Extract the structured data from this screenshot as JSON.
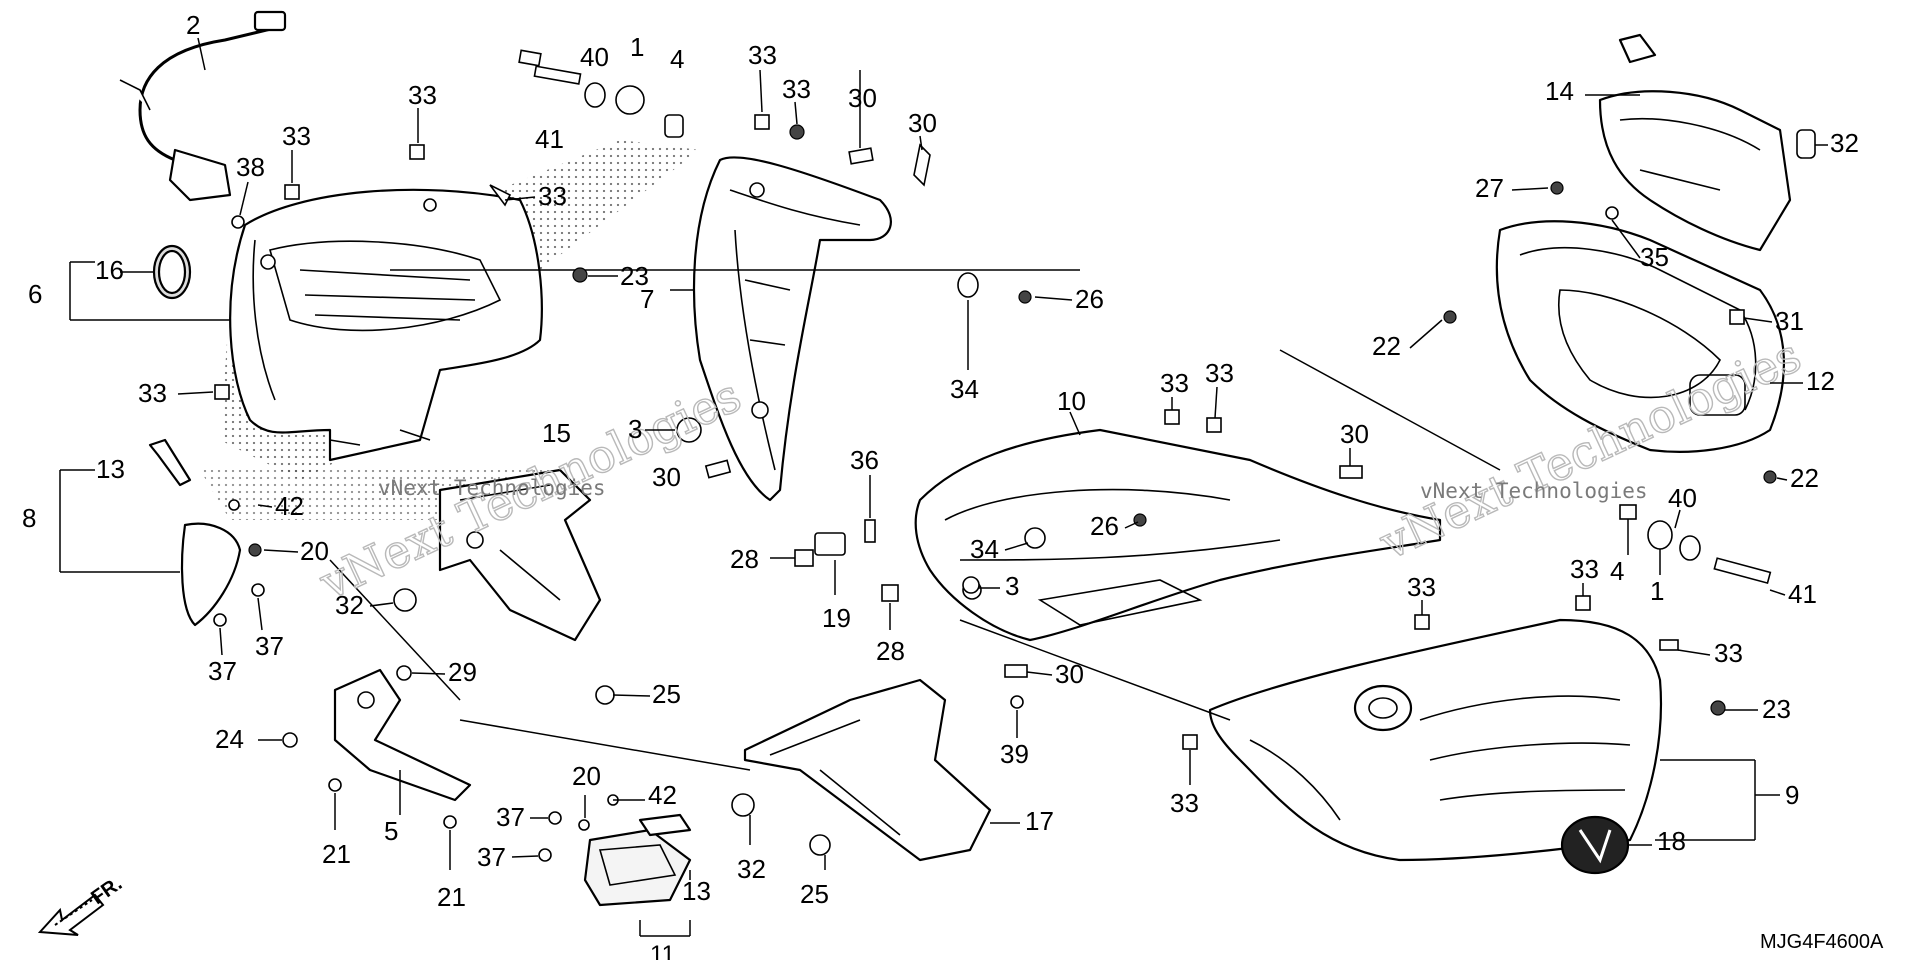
{
  "diagram": {
    "code": "MJG4F4600A",
    "fr_label": "FR.",
    "watermark": {
      "brand": "vNext Technologies",
      "sub": "vNext Technologies"
    },
    "callouts": {
      "c2": "2",
      "c40a": "40",
      "c1a": "1",
      "c4a": "4",
      "c41a": "41",
      "c33a": "33",
      "c33b": "33",
      "c33c": "33",
      "c33d": "33",
      "c33e": "33",
      "c33f": "33",
      "c38": "38",
      "c16": "16",
      "c6": "6",
      "c23a": "23",
      "c33g": "33",
      "c30a": "30",
      "c30b": "30",
      "c26a": "26",
      "c7": "7",
      "c34a": "34",
      "c3a": "3",
      "c30c": "30",
      "c15": "15",
      "c13a": "13",
      "c8": "8",
      "c42a": "42",
      "c20a": "20",
      "c37a": "37",
      "c37b": "37",
      "c32a": "32",
      "c29": "29",
      "c24": "24",
      "c25a": "25",
      "c21a": "21",
      "c5": "5",
      "c21b": "21",
      "c20b": "20",
      "c42b": "42",
      "c37c": "37",
      "c37d": "37",
      "c13b": "13",
      "c11": "11",
      "c32b": "32",
      "c25b": "25",
      "c17": "17",
      "c36": "36",
      "c28a": "28",
      "c19": "19",
      "c28b": "28",
      "c10": "10",
      "c33h": "33",
      "c33i": "33",
      "c34b": "34",
      "c26b": "26",
      "c3b": "3",
      "c30d": "30",
      "c39": "39",
      "c30e": "30",
      "c14": "14",
      "c32c": "32",
      "c27": "27",
      "c35": "35",
      "c22a": "22",
      "c31": "31",
      "c12": "12",
      "c22b": "22",
      "c40b": "40",
      "c4b": "4",
      "c1b": "1",
      "c41b": "41",
      "c33j": "33",
      "c33k": "33",
      "c33l": "33",
      "c23b": "23",
      "c9": "9",
      "c18": "18",
      "c33m": "33"
    }
  }
}
